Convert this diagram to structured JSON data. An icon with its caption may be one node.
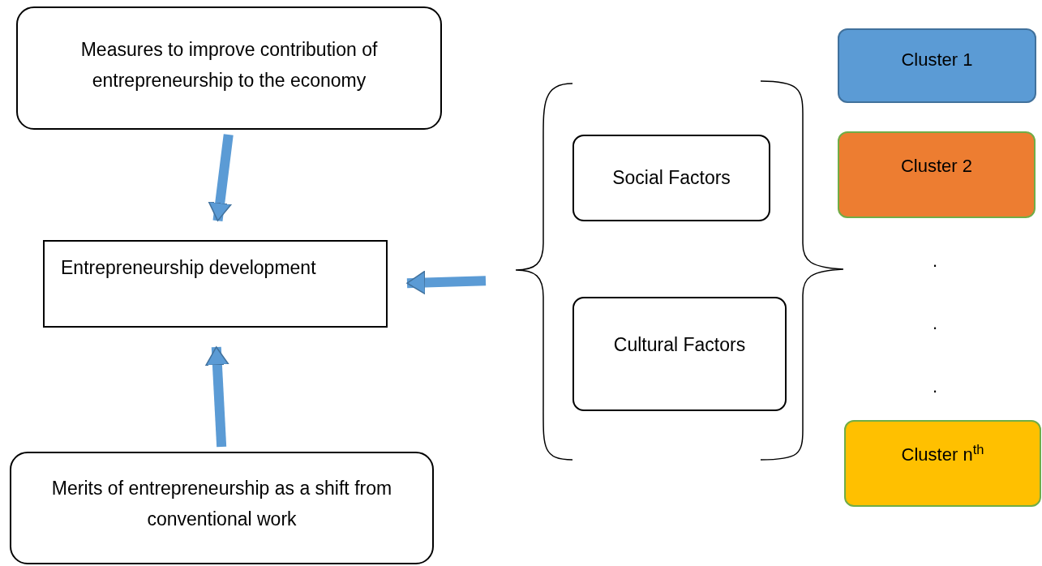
{
  "diagram": {
    "nodes": [
      {
        "text": [
          "Measures to improve contribution of entrepreneurship to the economy"
        ]
      },
      {
        "text": [
          "Entrepreneurship development"
        ]
      },
      {
        "text": [
          "Merits of entrepreneurship as a shift from conventional work"
        ]
      },
      {
        "text": [
          "Social Factors"
        ]
      },
      {
        "text": [
          "Cultural Factors"
        ]
      },
      {
        "text": [
          "Cluster 1"
        ]
      },
      {
        "text": [
          "Cluster 2"
        ]
      },
      {
        "text": [
          "Cluster n$^{th}$"
        ]
      }
    ],
    "edges": [
      {
        "from": 0,
        "to": 1,
        "arrow": "to"
      },
      {
        "from": 2,
        "to": 1,
        "arrow": "to"
      },
      {
        "from": null,
        "to": 1,
        "arrow": "to"
      }
    ],
    "labels": [
      ".",
      ".",
      "."
    ]
  }
}
